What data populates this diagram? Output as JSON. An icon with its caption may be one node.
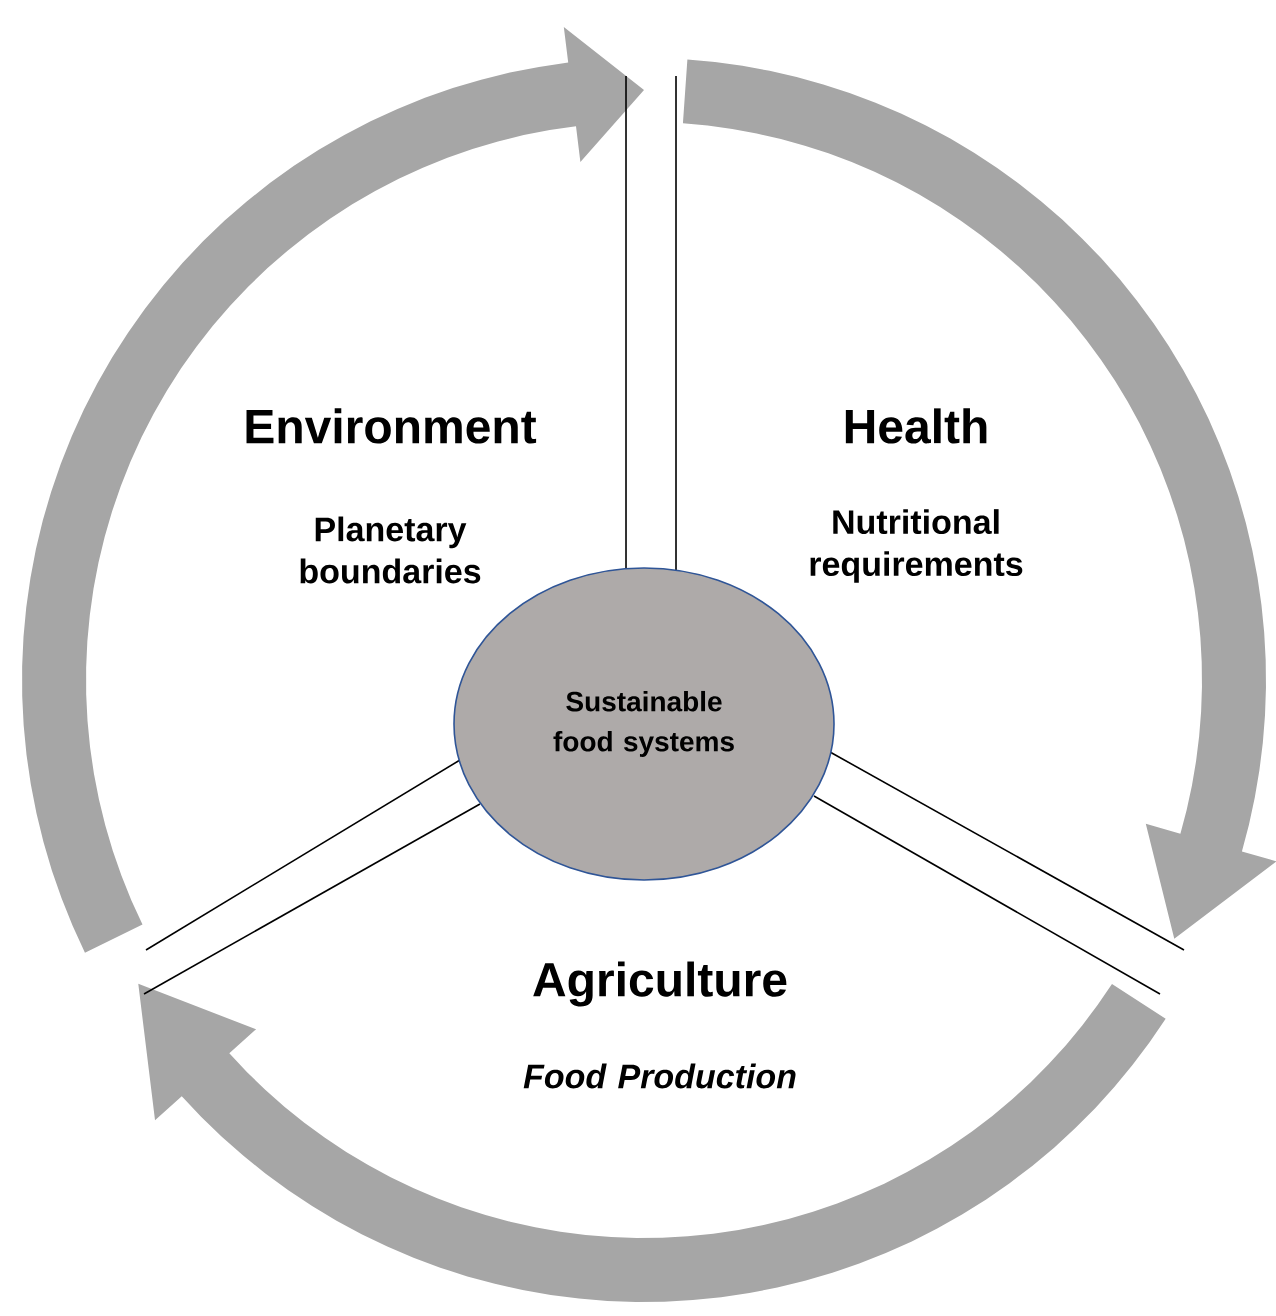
{
  "diagram": {
    "nodes": [
      {
        "text": [
          "Sustainable food systems"
        ]
      }
    ],
    "labels": [
      "Environment",
      "Planetary boundaries",
      "Health",
      "Nutritional requirements",
      "Agriculture",
      "*Food Production*"
    ]
  }
}
